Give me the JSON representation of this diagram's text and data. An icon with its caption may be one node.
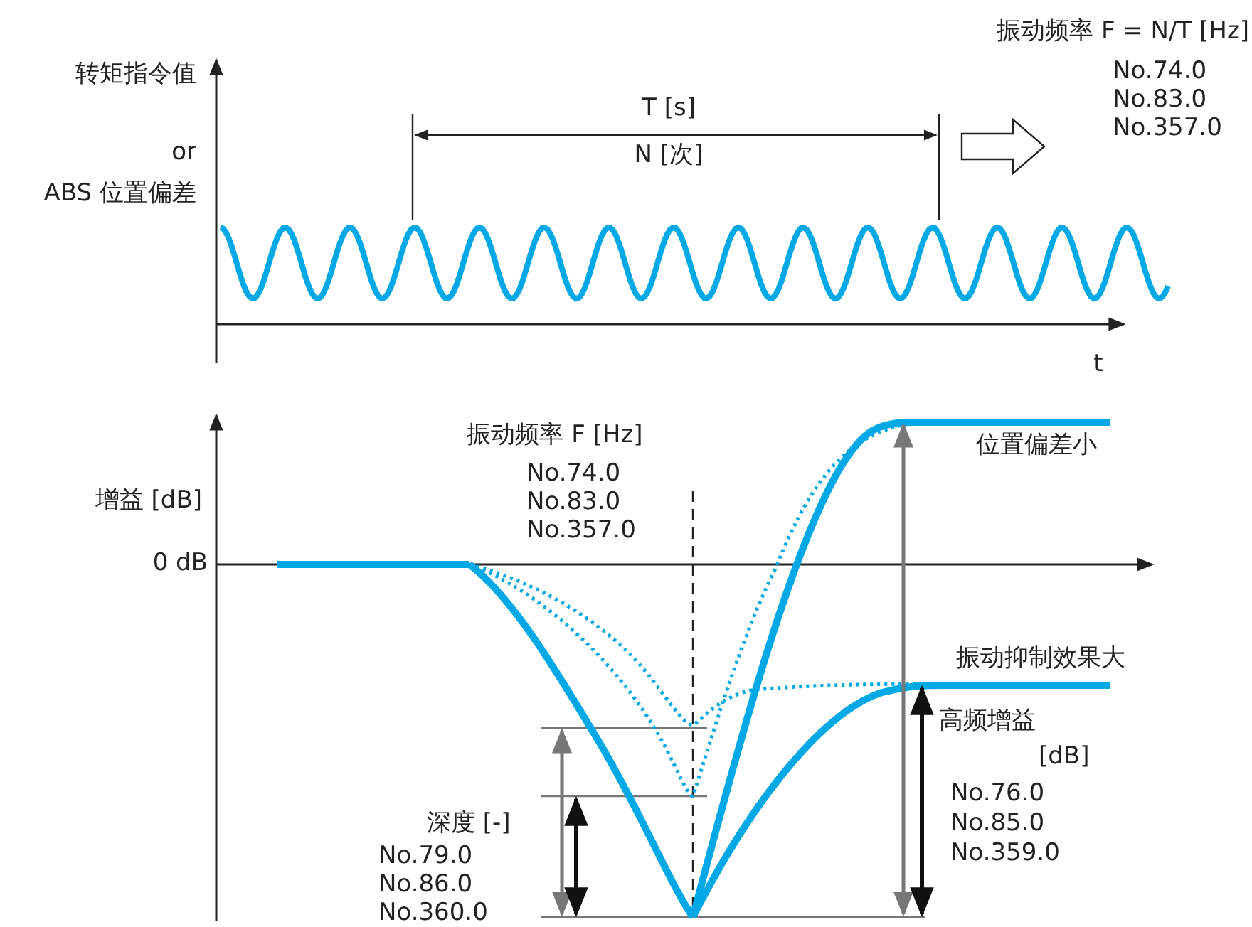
{
  "diagram": {
    "labels": [
      "振动频率 F = N/T [Hz]",
      "No.74.0",
      "No.83.0",
      "No.357.0",
      "转矩指令值",
      "or",
      "ABS 位置偏差",
      "T [s]",
      "N [次]",
      "t",
      "振动频率 F [Hz]",
      "No.74.0",
      "No.83.0",
      "No.357.0",
      "位置偏差小",
      "增益 [dB]",
      "0 dB",
      "振动抑制效果大",
      "高频增益",
      "[dB]",
      "No.76.0",
      "No.85.0",
      "No.359.0",
      "深度 [-]",
      "No.79.0",
      "No.86.0",
      "No.360.0"
    ]
  }
}
